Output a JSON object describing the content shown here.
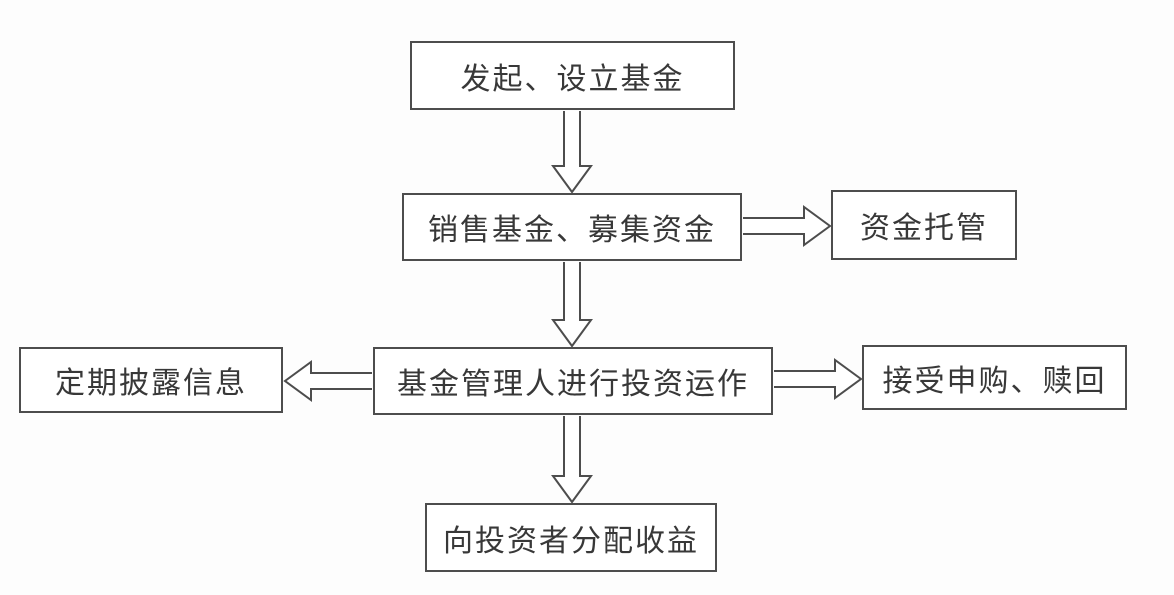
{
  "diagram": {
    "type": "flowchart",
    "description": "Fund operation process flowchart",
    "nodes": {
      "initiate": {
        "label": "发起、设立基金"
      },
      "sell": {
        "label": "销售基金、募集资金"
      },
      "custody": {
        "label": "资金托管"
      },
      "manager": {
        "label": "基金管理人进行投资运作"
      },
      "disclose": {
        "label": "定期披露信息"
      },
      "redeem": {
        "label": "接受申购、赎回"
      },
      "distribute": {
        "label": "向投资者分配收益"
      }
    },
    "edges": [
      {
        "from": "initiate",
        "to": "sell",
        "direction": "down"
      },
      {
        "from": "sell",
        "to": "custody",
        "direction": "right"
      },
      {
        "from": "sell",
        "to": "manager",
        "direction": "down"
      },
      {
        "from": "manager",
        "to": "disclose",
        "direction": "left"
      },
      {
        "from": "manager",
        "to": "redeem",
        "direction": "right"
      },
      {
        "from": "manager",
        "to": "distribute",
        "direction": "down"
      }
    ],
    "colors": {
      "line": "#4d4d4d",
      "box_fill": "#ffffff",
      "text": "#383838",
      "background": "#fdfdfd"
    }
  }
}
